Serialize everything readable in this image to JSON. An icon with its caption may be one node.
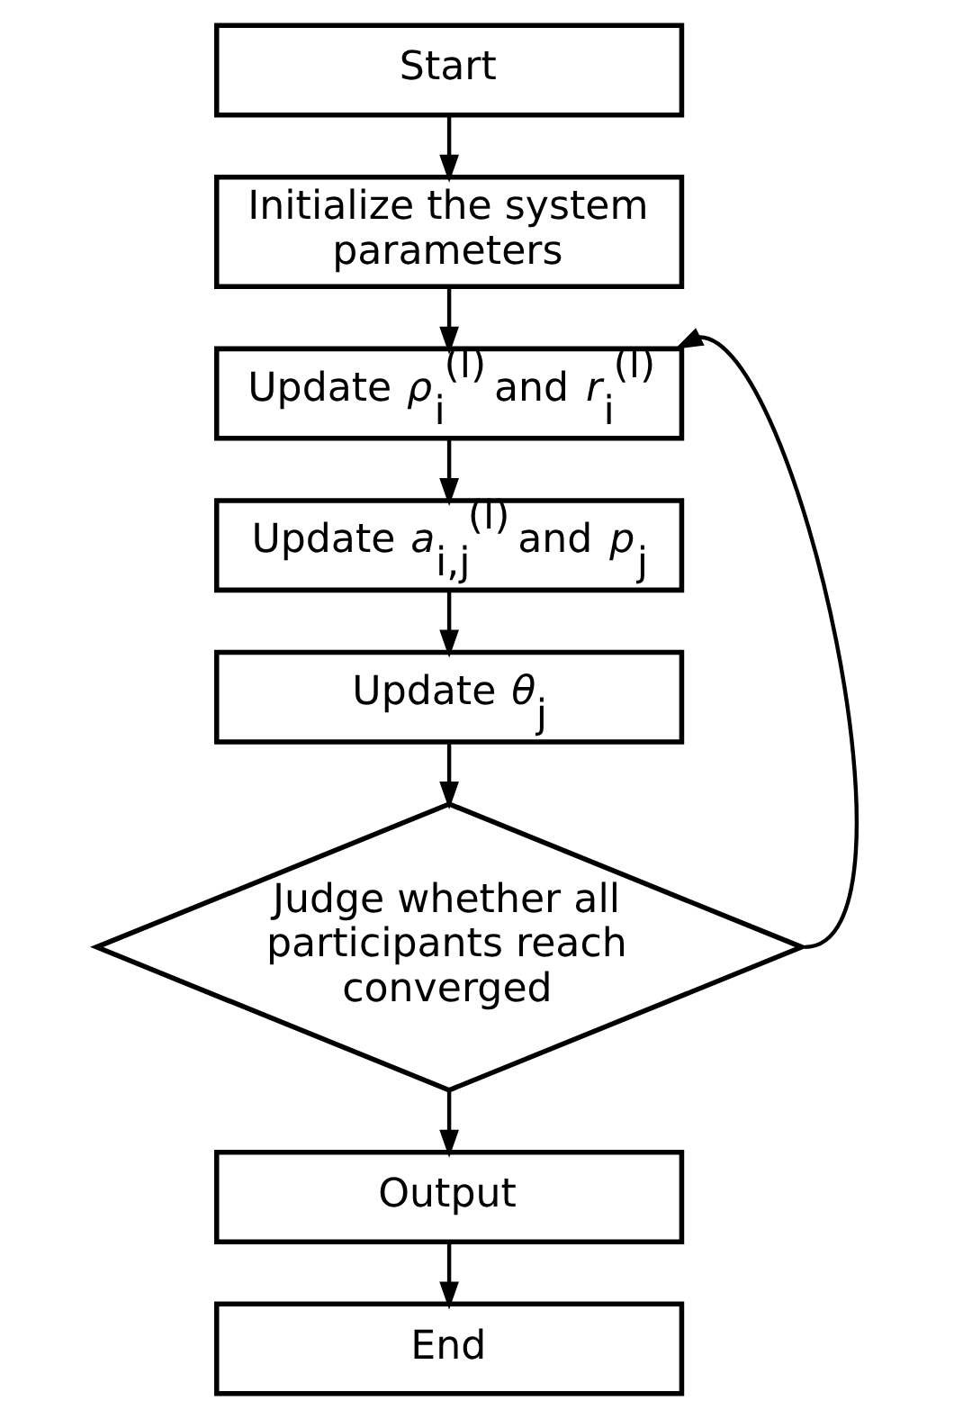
{
  "diagram": {
    "nodes": [
      {
        "text": [
          "Start"
        ]
      },
      {
        "text": [
          "Initialize the system parameters"
        ]
      },
      {
        "text": [
          "Update *ρ*$_{i}$$^{(l)}$ and *r*$_{i}$$^{(l)}$"
        ]
      },
      {
        "text": [
          "Update *a*$_{i,j}$$^{(l)}$ and *p*$_{j}$"
        ]
      },
      {
        "text": [
          "Update *θ*$_{j}$"
        ]
      },
      {
        "text": [
          "Judge whether all participants reach converged"
        ]
      },
      {
        "text": [
          "Output"
        ]
      },
      {
        "text": [
          "End"
        ]
      }
    ],
    "edges": [
      {
        "from": 0,
        "to": 1,
        "arrow": "to"
      },
      {
        "from": 1,
        "to": 2,
        "arrow": "to"
      },
      {
        "from": 2,
        "to": 3,
        "arrow": "to"
      },
      {
        "from": 3,
        "to": 4,
        "arrow": "to"
      },
      {
        "from": 4,
        "to": 5,
        "arrow": "to"
      },
      {
        "from": 5,
        "to": 6,
        "arrow": "to"
      },
      {
        "from": 6,
        "to": 7,
        "arrow": "to"
      },
      {
        "from": 5,
        "to": 2,
        "arrow": "to"
      }
    ]
  }
}
